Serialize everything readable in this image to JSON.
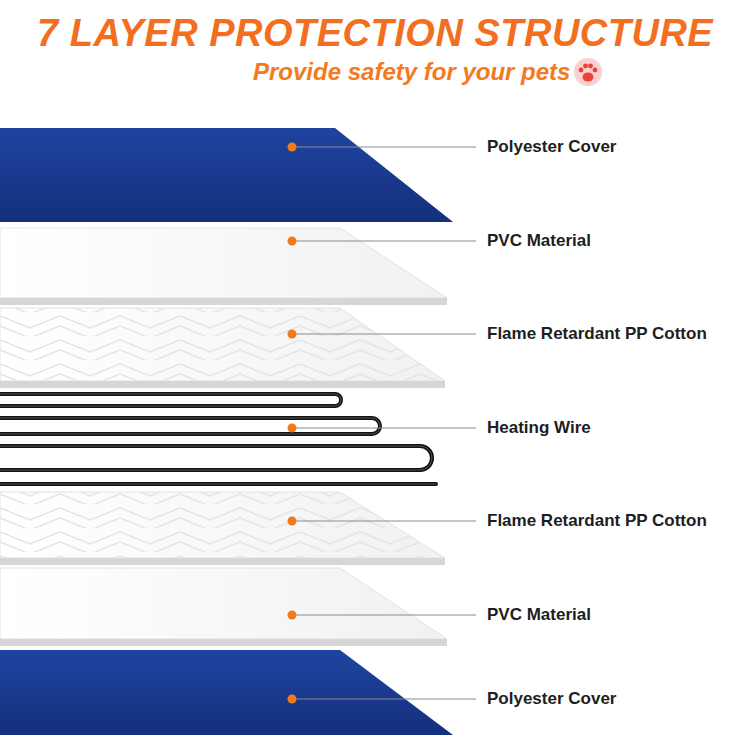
{
  "diagram": {
    "title": "7 LAYER PROTECTION STRUCTURE",
    "labels": [
      "Provide safety for your pets",
      "Polyester Cover",
      "PVC Material",
      "Flame Retardant PP Cotton",
      "Heating Wire",
      "Flame Retardant PP Cotton",
      "PVC Material",
      "Polyester Cover"
    ]
  }
}
